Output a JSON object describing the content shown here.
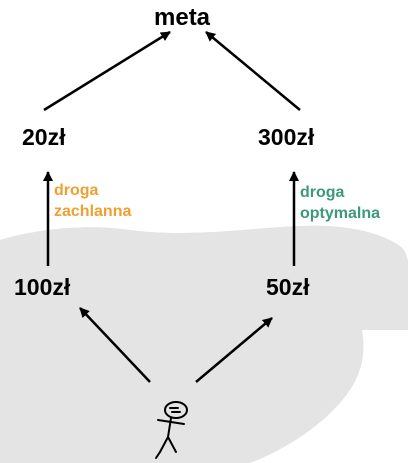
{
  "nodes": {
    "goal": "meta",
    "left_top": "20zł",
    "right_top": "300zł",
    "left_bottom": "100zł",
    "right_bottom": "50zł"
  },
  "paths": {
    "greedy": {
      "line1": "droga",
      "line2": "zachlanna",
      "color": "#f0a030"
    },
    "optimal": {
      "line1": "droga",
      "line2": "optymalna",
      "color": "#3c9a78"
    }
  },
  "colors": {
    "region_fill": "#e4e4e4",
    "ink": "#000000"
  },
  "icons": {
    "start": "stick-figure-icon"
  }
}
